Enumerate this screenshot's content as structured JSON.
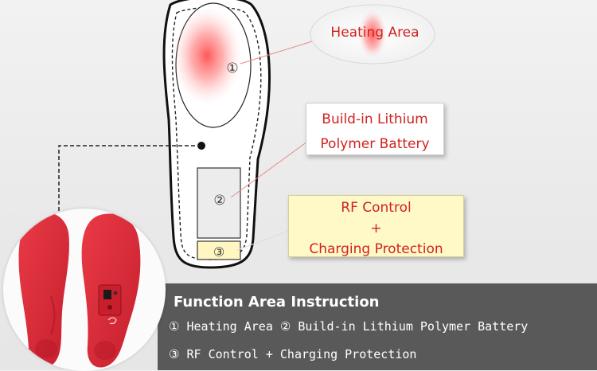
{
  "callouts": {
    "heating_area": "Heating Area",
    "battery_line1": "Build-in Lithium",
    "battery_line2": "Polymer Battery",
    "rf_line1": "RF Control",
    "rf_line2": "+",
    "rf_line3": "Charging Protection"
  },
  "markers": {
    "one": "①",
    "two": "②",
    "three": "③"
  },
  "instruction": {
    "title": "Function Area Instruction",
    "line1": "① Heating Area ② Build-in Lithium Polymer Battery",
    "line2": "③ RF Control + Charging Protection"
  },
  "colors": {
    "callout_text": "#d0231f",
    "heating_glow": "#ff5a5a",
    "insole_red": "#e0303c",
    "panel_bg": "#595959",
    "rf_box_bg": "#fff9c8"
  }
}
